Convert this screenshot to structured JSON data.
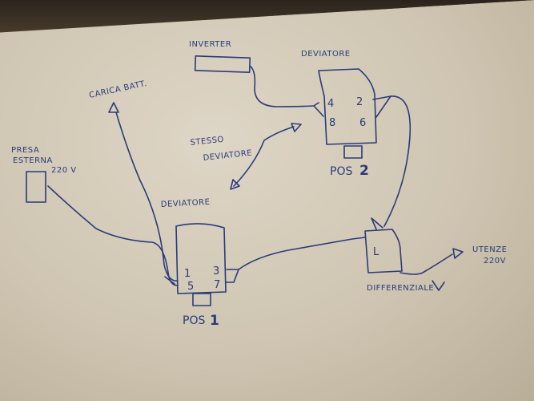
{
  "labels": {
    "inverter": "INVERTER",
    "deviatore_top": "DEVIATORE",
    "deviatore_bottom": "DEVIATORE",
    "carica_batt": "CARICA BATT.",
    "presa_line1": "PRESA",
    "presa_line2": "ESTERNA",
    "presa_volt": "220 V",
    "stesso_line1": "STESSO",
    "stesso_line2": "DEVIATORE",
    "differenziale": "DIFFERENZIALE",
    "utenze_line1": "UTENZE",
    "utenze_line2": "220V",
    "pos_top_word": "POS",
    "pos_top_num": "2",
    "pos_bottom_word": "POS",
    "pos_bottom_num": "1"
  },
  "terminals": {
    "top": {
      "t4": "4",
      "t2": "2",
      "t8": "8",
      "t6": "6"
    },
    "bottom": {
      "t1": "1",
      "t3": "3",
      "t5": "5",
      "t7": "7"
    }
  },
  "differenziale_symbol": "L",
  "ink_color": "#2a3b7a"
}
